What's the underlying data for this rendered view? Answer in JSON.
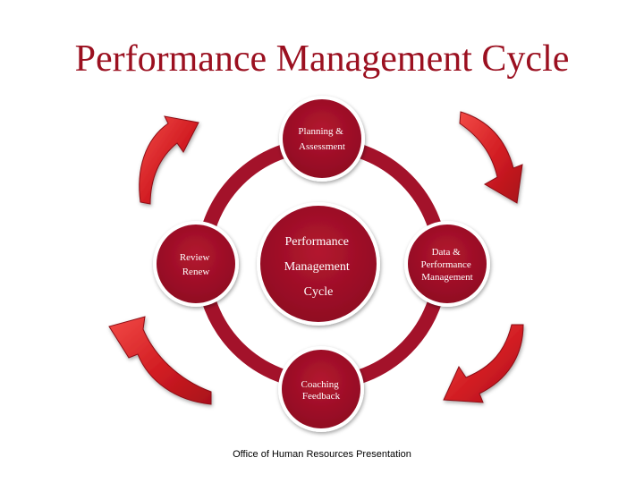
{
  "title": "Performance Management Cycle",
  "center": {
    "lines": [
      "Performance",
      "Management",
      "Cycle"
    ]
  },
  "nodes": {
    "top": {
      "lines": [
        "Planning &",
        "Assessment"
      ]
    },
    "right": {
      "lines": [
        "Data &",
        "Performance",
        "Management"
      ]
    },
    "bottom": {
      "lines": [
        "Coaching",
        "Feedback"
      ]
    },
    "left": {
      "lines": [
        "Review",
        "Renew"
      ]
    }
  },
  "footer": "Office of Human Resources Presentation",
  "colors": {
    "title": "#9b1020",
    "ring": "#a3122a",
    "node_fill": "#a10f28",
    "node_border": "#ffffff",
    "arrow": "#d41f24"
  },
  "icons": [
    "curved-arrow-icon"
  ]
}
